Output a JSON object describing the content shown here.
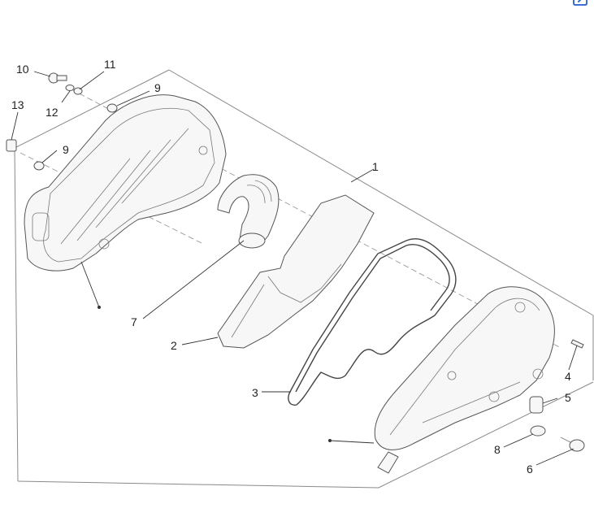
{
  "labels": {
    "p1": "1",
    "p2": "2",
    "p3": "3",
    "p4": "4",
    "p5": "5",
    "p6": "6",
    "p7": "7",
    "p8": "8",
    "p9a": "9",
    "p9b": "9",
    "p10": "10",
    "p11": "11",
    "p12": "12",
    "p13": "13"
  },
  "corner_icon": "expand-icon",
  "colors": {
    "line": "#333333",
    "frame": "#8a8a8a",
    "icon": "#3b6fd8"
  }
}
